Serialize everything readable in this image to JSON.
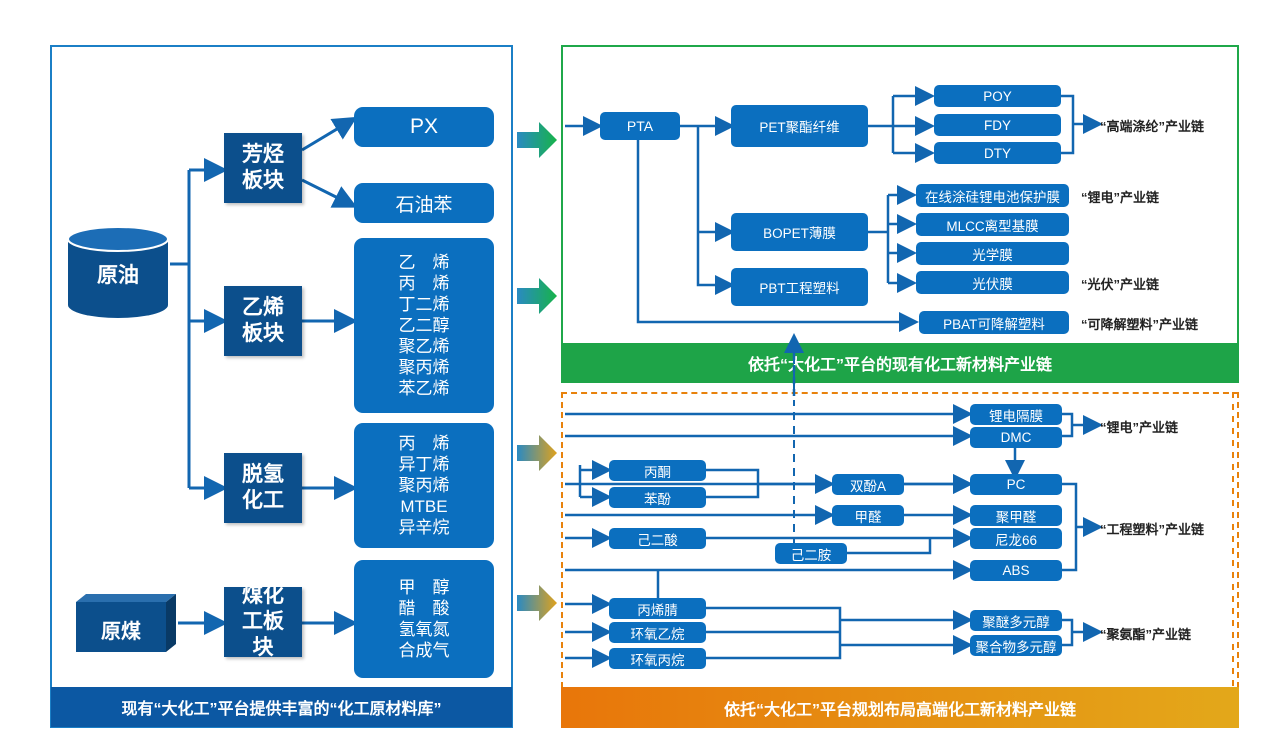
{
  "left": {
    "crude_oil": "原油",
    "raw_coal": "原煤",
    "blocks": {
      "aromatics": "芳烃板块",
      "ethylene": "乙烯板块",
      "dehydro": "脱氢化工",
      "coal": "煤化工板块"
    },
    "products": {
      "px": "PX",
      "benzene": "石油苯",
      "ethylene": [
        "乙　烯",
        "丙　烯",
        "丁二烯",
        "乙二醇",
        "聚乙烯",
        "聚丙烯",
        "苯乙烯"
      ],
      "dehydro": [
        "丙　烯",
        "异丁烯",
        "聚丙烯",
        "MTBE",
        "异辛烷"
      ],
      "coal": [
        "甲　醇",
        "醋　酸",
        "氢氧氮",
        "合成气"
      ]
    },
    "banner": "现有“大化工”平台提供丰富的“化工原材料库”"
  },
  "top": {
    "pta": "PTA",
    "pet": "PET聚酯纤维",
    "bopet": "BOPET薄膜",
    "pbt": "PBT工程塑料",
    "poy": "POY",
    "fdy": "FDY",
    "dty": "DTY",
    "film1": "在线涂硅锂电池保护膜",
    "film2": "MLCC离型基膜",
    "film3": "光学膜",
    "film4": "光伏膜",
    "pbat": "PBAT可降解塑料",
    "chains": {
      "polyester": "“高端涤纶”产业链",
      "battery": "“锂电”产业链",
      "pv": "“光伏”产业链",
      "degradable": "“可降解塑料”产业链"
    },
    "banner": "依托“大化工”平台的现有化工新材料产业链"
  },
  "bottom": {
    "separator": "锂电隔膜",
    "dmc": "DMC",
    "acetone": "丙酮",
    "phenol": "苯酚",
    "bpa": "双酚A",
    "formaldehyde": "甲醛",
    "adipic": "己二酸",
    "hmda": "己二胺",
    "pc": "PC",
    "pom": "聚甲醛",
    "nylon": "尼龙66",
    "abs": "ABS",
    "acrylonitrile": "丙烯腈",
    "eo": "环氧乙烷",
    "po": "环氧丙烷",
    "polyether": "聚醚多元醇",
    "polymer_polyol": "聚合物多元醇",
    "chains": {
      "battery": "“锂电”产业链",
      "eng_plastic": "“工程塑料”产业链",
      "pu": "“聚氨酯”产业链"
    },
    "banner": "依托“大化工”平台规划布局高端化工新材料产业链"
  },
  "colors": {
    "dark_blue": "#0c4f8c",
    "box_blue": "#0b6fbf",
    "green": "#1fa84a",
    "orange": "#e8820c",
    "gold": "#d9a21b"
  }
}
